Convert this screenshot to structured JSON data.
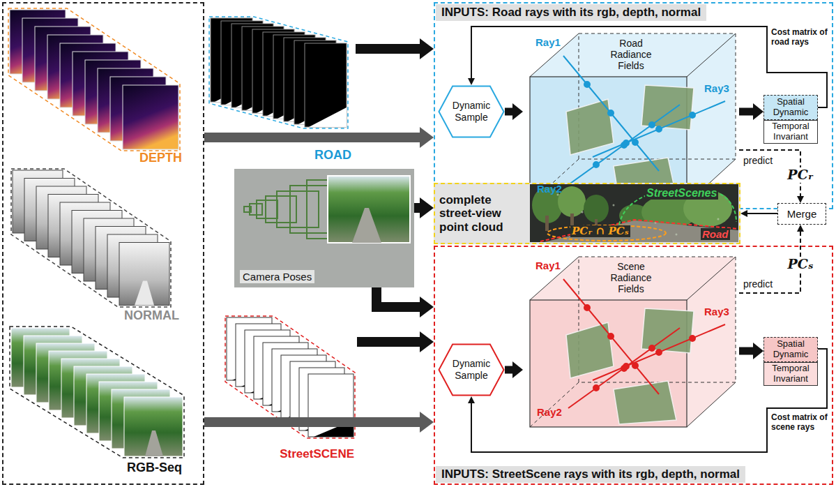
{
  "diagram": {
    "nodes": [
      {
        "text": [
          "DEPTH",
          "NORMAL",
          "RGB-Seq"
        ]
      },
      {
        "text": [
          "ROAD"
        ]
      },
      {
        "text": [
          "Camera Poses"
        ]
      },
      {
        "text": [
          "StreetSCENE"
        ]
      },
      {
        "text": [
          "INPUTS: Road rays with its rgb, depth, normal"
        ]
      },
      {
        "text": [
          "Dynamic Sample"
        ],
        "in": 4
      },
      {
        "text": [
          "Road Radiance Fields"
        ],
        "in": 4
      },
      {
        "text": [
          "Spatial Dynamic"
        ],
        "in": 4
      },
      {
        "text": [
          "Temporal Invariant"
        ],
        "in": 4
      },
      {
        "text": [
          "complete street-view point cloud"
        ]
      },
      {
        "text": [
          "Merge"
        ]
      },
      {
        "text": [
          "INPUTS: StreetScene rays with its rgb, depth, normal"
        ]
      },
      {
        "text": [
          "Dynamic Sample"
        ],
        "in": 11
      },
      {
        "text": [
          "Scene Radiance Fields"
        ],
        "in": 11
      },
      {
        "text": [
          "Spatial Dynamic"
        ],
        "in": 11
      },
      {
        "text": [
          "Temporal Invariant"
        ],
        "in": 11
      }
    ],
    "edges": [
      {
        "from": 0,
        "to": 4,
        "arrow": "to"
      },
      {
        "from": 1,
        "to": 4,
        "arrow": "to"
      },
      {
        "from": 2,
        "to": 9,
        "arrow": "to"
      },
      {
        "from": 2,
        "to": 11,
        "arrow": "to"
      },
      {
        "from": 3,
        "to": 11,
        "arrow": "to"
      },
      {
        "from": 0,
        "to": 11,
        "arrow": "to"
      },
      {
        "from": 5,
        "to": 6,
        "arrow": "to"
      },
      {
        "from": 6,
        "to": 7,
        "arrow": "to"
      },
      {
        "from": 7,
        "to": 5,
        "label": "Cost matrix of road rays",
        "arrow": "to"
      },
      {
        "from": 6,
        "to": 10,
        "label": "predict",
        "arrow": "to"
      },
      {
        "from": 10,
        "to": 9,
        "arrow": "to"
      },
      {
        "from": 12,
        "to": 13,
        "arrow": "to"
      },
      {
        "from": 13,
        "to": 14,
        "arrow": "to"
      },
      {
        "from": 14,
        "to": 12,
        "label": "Cost matrix of scene rays",
        "arrow": "to"
      },
      {
        "from": 13,
        "to": 10,
        "label": "predict",
        "arrow": "to"
      }
    ],
    "labels": [
      "Ray1",
      "Ray3",
      "Ray2",
      "PCᵣ",
      "StreetScenes",
      "PCᵣ ∩ PCₛ",
      "Road",
      "Ray1",
      "Ray3",
      "Ray2",
      "PCₛ"
    ]
  }
}
